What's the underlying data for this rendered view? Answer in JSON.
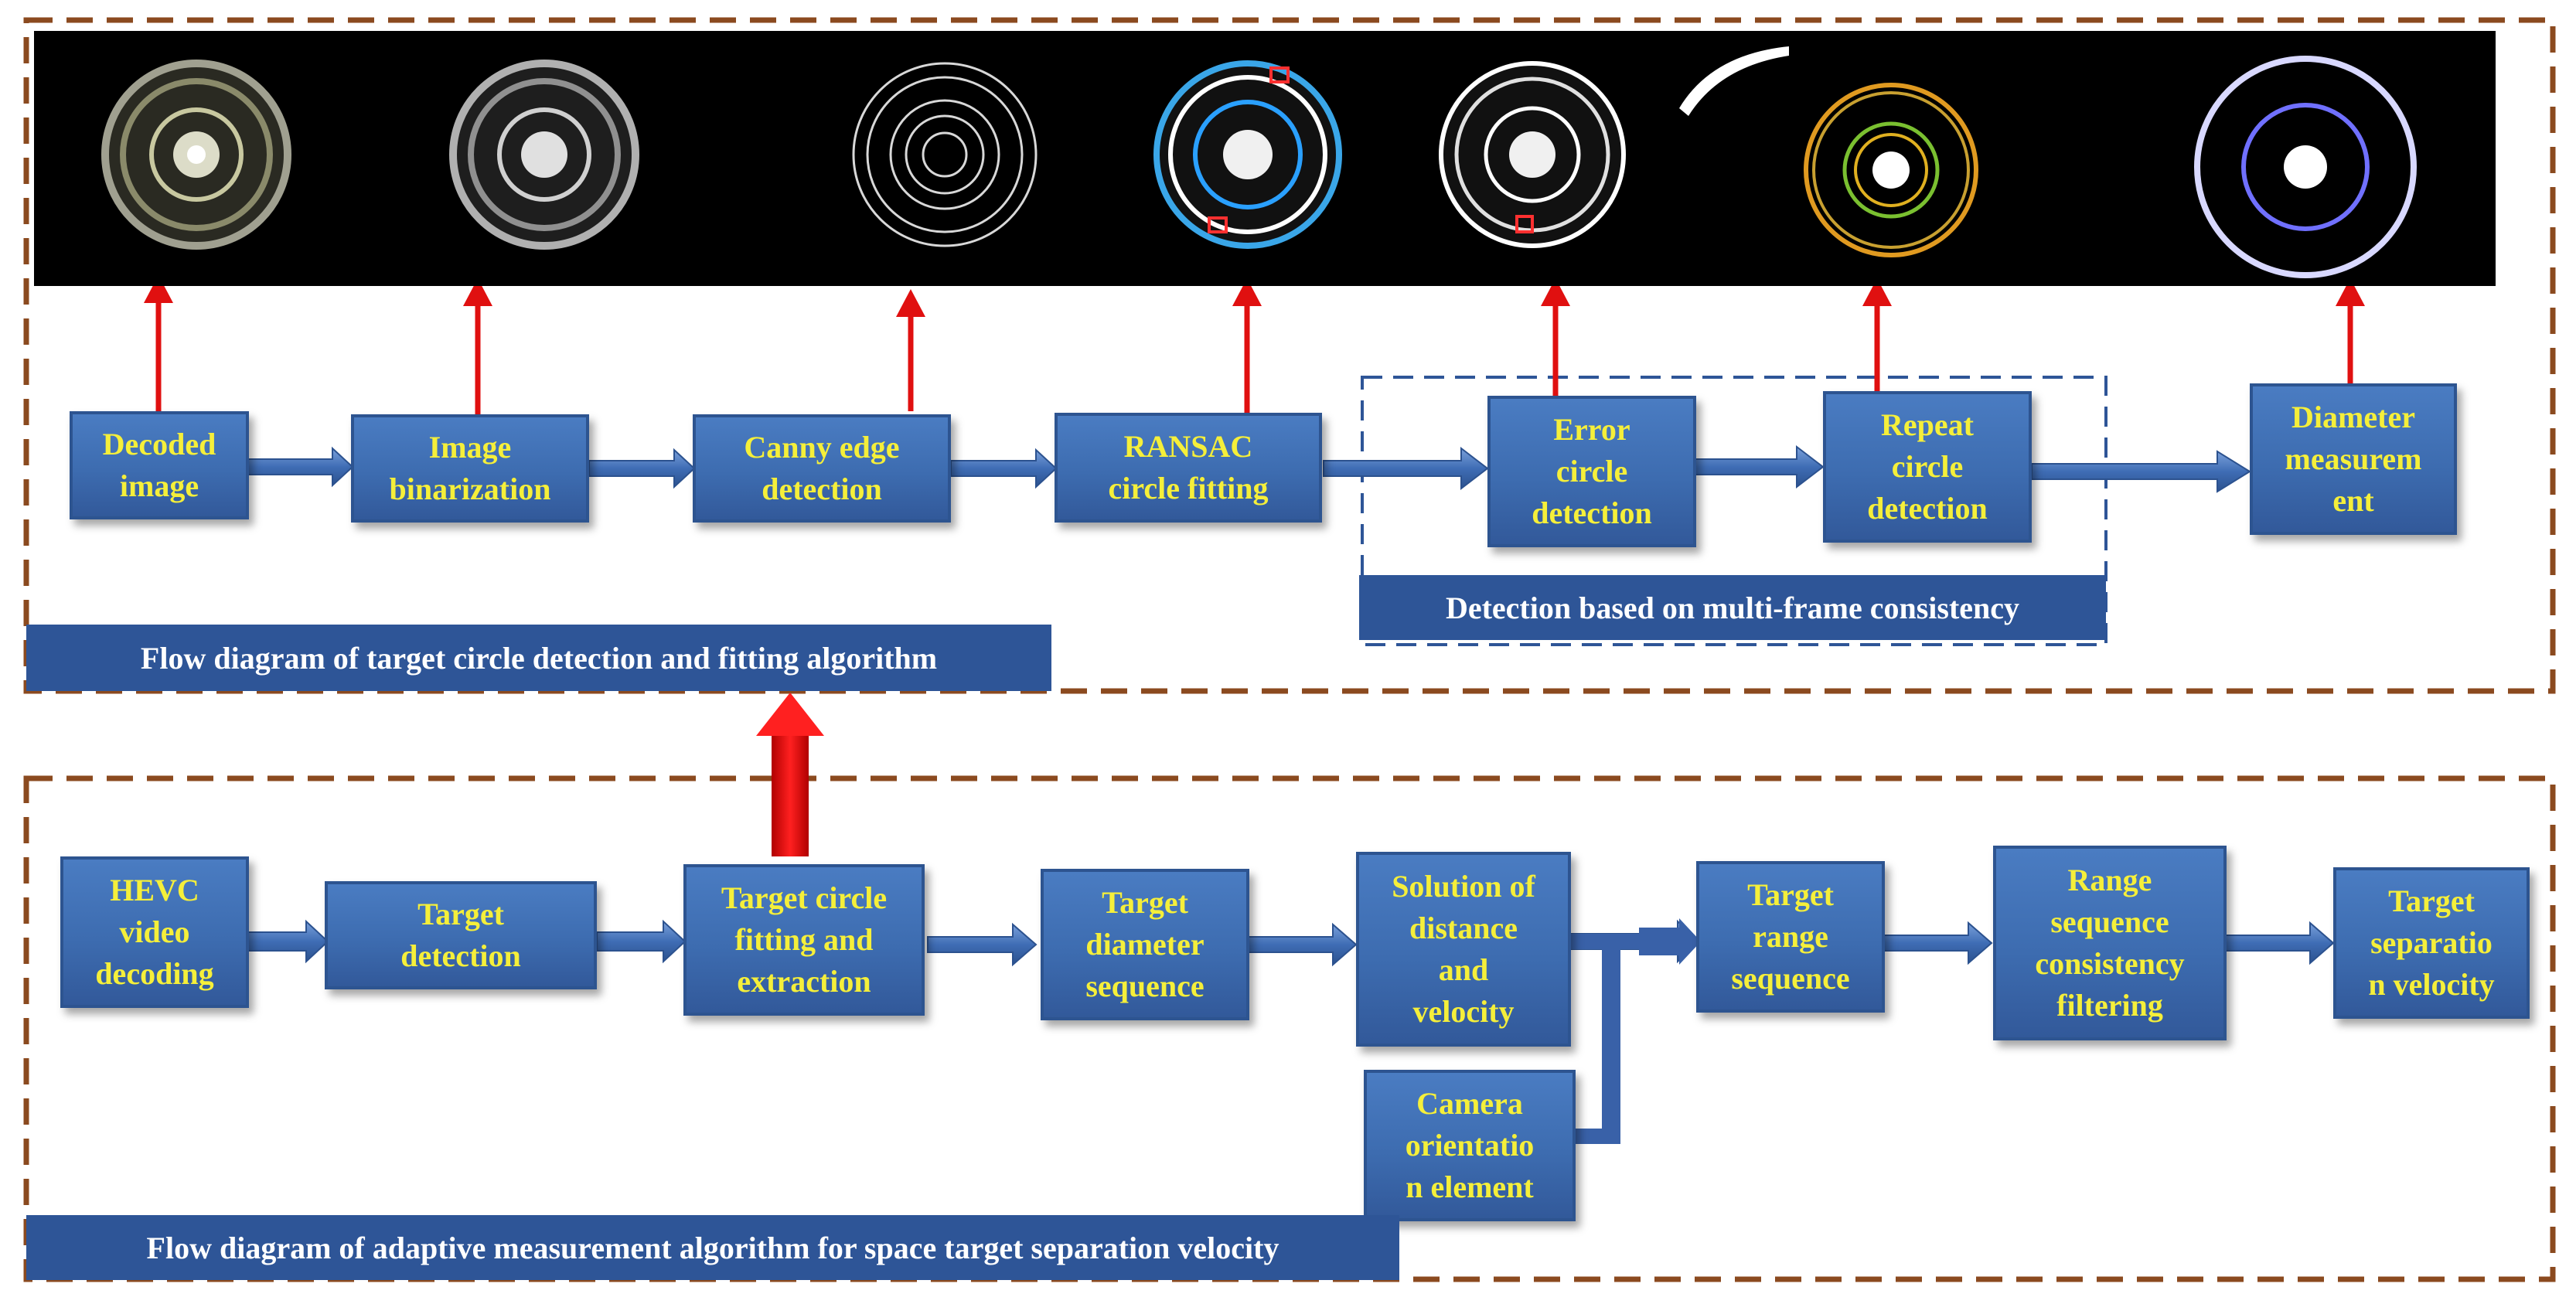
{
  "top_section": {
    "title": "Flow diagram of target circle detection and fitting algorithm",
    "subgroup_title": "Detection based on multi-frame consistency",
    "steps": [
      {
        "id": "decoded",
        "label": "Decoded\nimage"
      },
      {
        "id": "binarization",
        "label": "Image\nbinarization"
      },
      {
        "id": "canny",
        "label": "Canny edge\ndetection"
      },
      {
        "id": "ransac",
        "label": "RANSAC\ncircle fitting"
      },
      {
        "id": "error",
        "label": "Error\ncircle\ndetection"
      },
      {
        "id": "repeat",
        "label": "Repeat\ncircle\ndetection"
      },
      {
        "id": "diameter",
        "label": "Diameter\nmeasurem\nent"
      }
    ]
  },
  "bottom_section": {
    "title": "Flow diagram of adaptive measurement algorithm for space target separation velocity",
    "steps": [
      {
        "id": "hevc",
        "label": "HEVC\nvideo\ndecoding"
      },
      {
        "id": "target_detection",
        "label": "Target\ndetection"
      },
      {
        "id": "circle_fitting",
        "label": "Target circle\nfitting and\nextraction"
      },
      {
        "id": "diameter_seq",
        "label": "Target\ndiameter\nsequence"
      },
      {
        "id": "solution",
        "label": "Solution of\ndistance\nand\nvelocity"
      },
      {
        "id": "range_seq",
        "label": "Target\nrange\nsequence"
      },
      {
        "id": "range_filter",
        "label": "Range\nsequence\nconsistency\nfiltering"
      },
      {
        "id": "separation_velocity",
        "label": "Target\nseparatio\nn velocity"
      },
      {
        "id": "camera",
        "label": "Camera\norientatio\nn element"
      }
    ]
  },
  "colors": {
    "node_fill": "#3d6cb0",
    "node_text": "#f5ef3a",
    "banner_fill": "#2e5597",
    "banner_text": "#ffffff",
    "dashed_border": "#8b4a1f",
    "inner_dashed": "#2e5597",
    "arrow_up": "#e01010",
    "arrow_flow": "#3f6db5"
  }
}
